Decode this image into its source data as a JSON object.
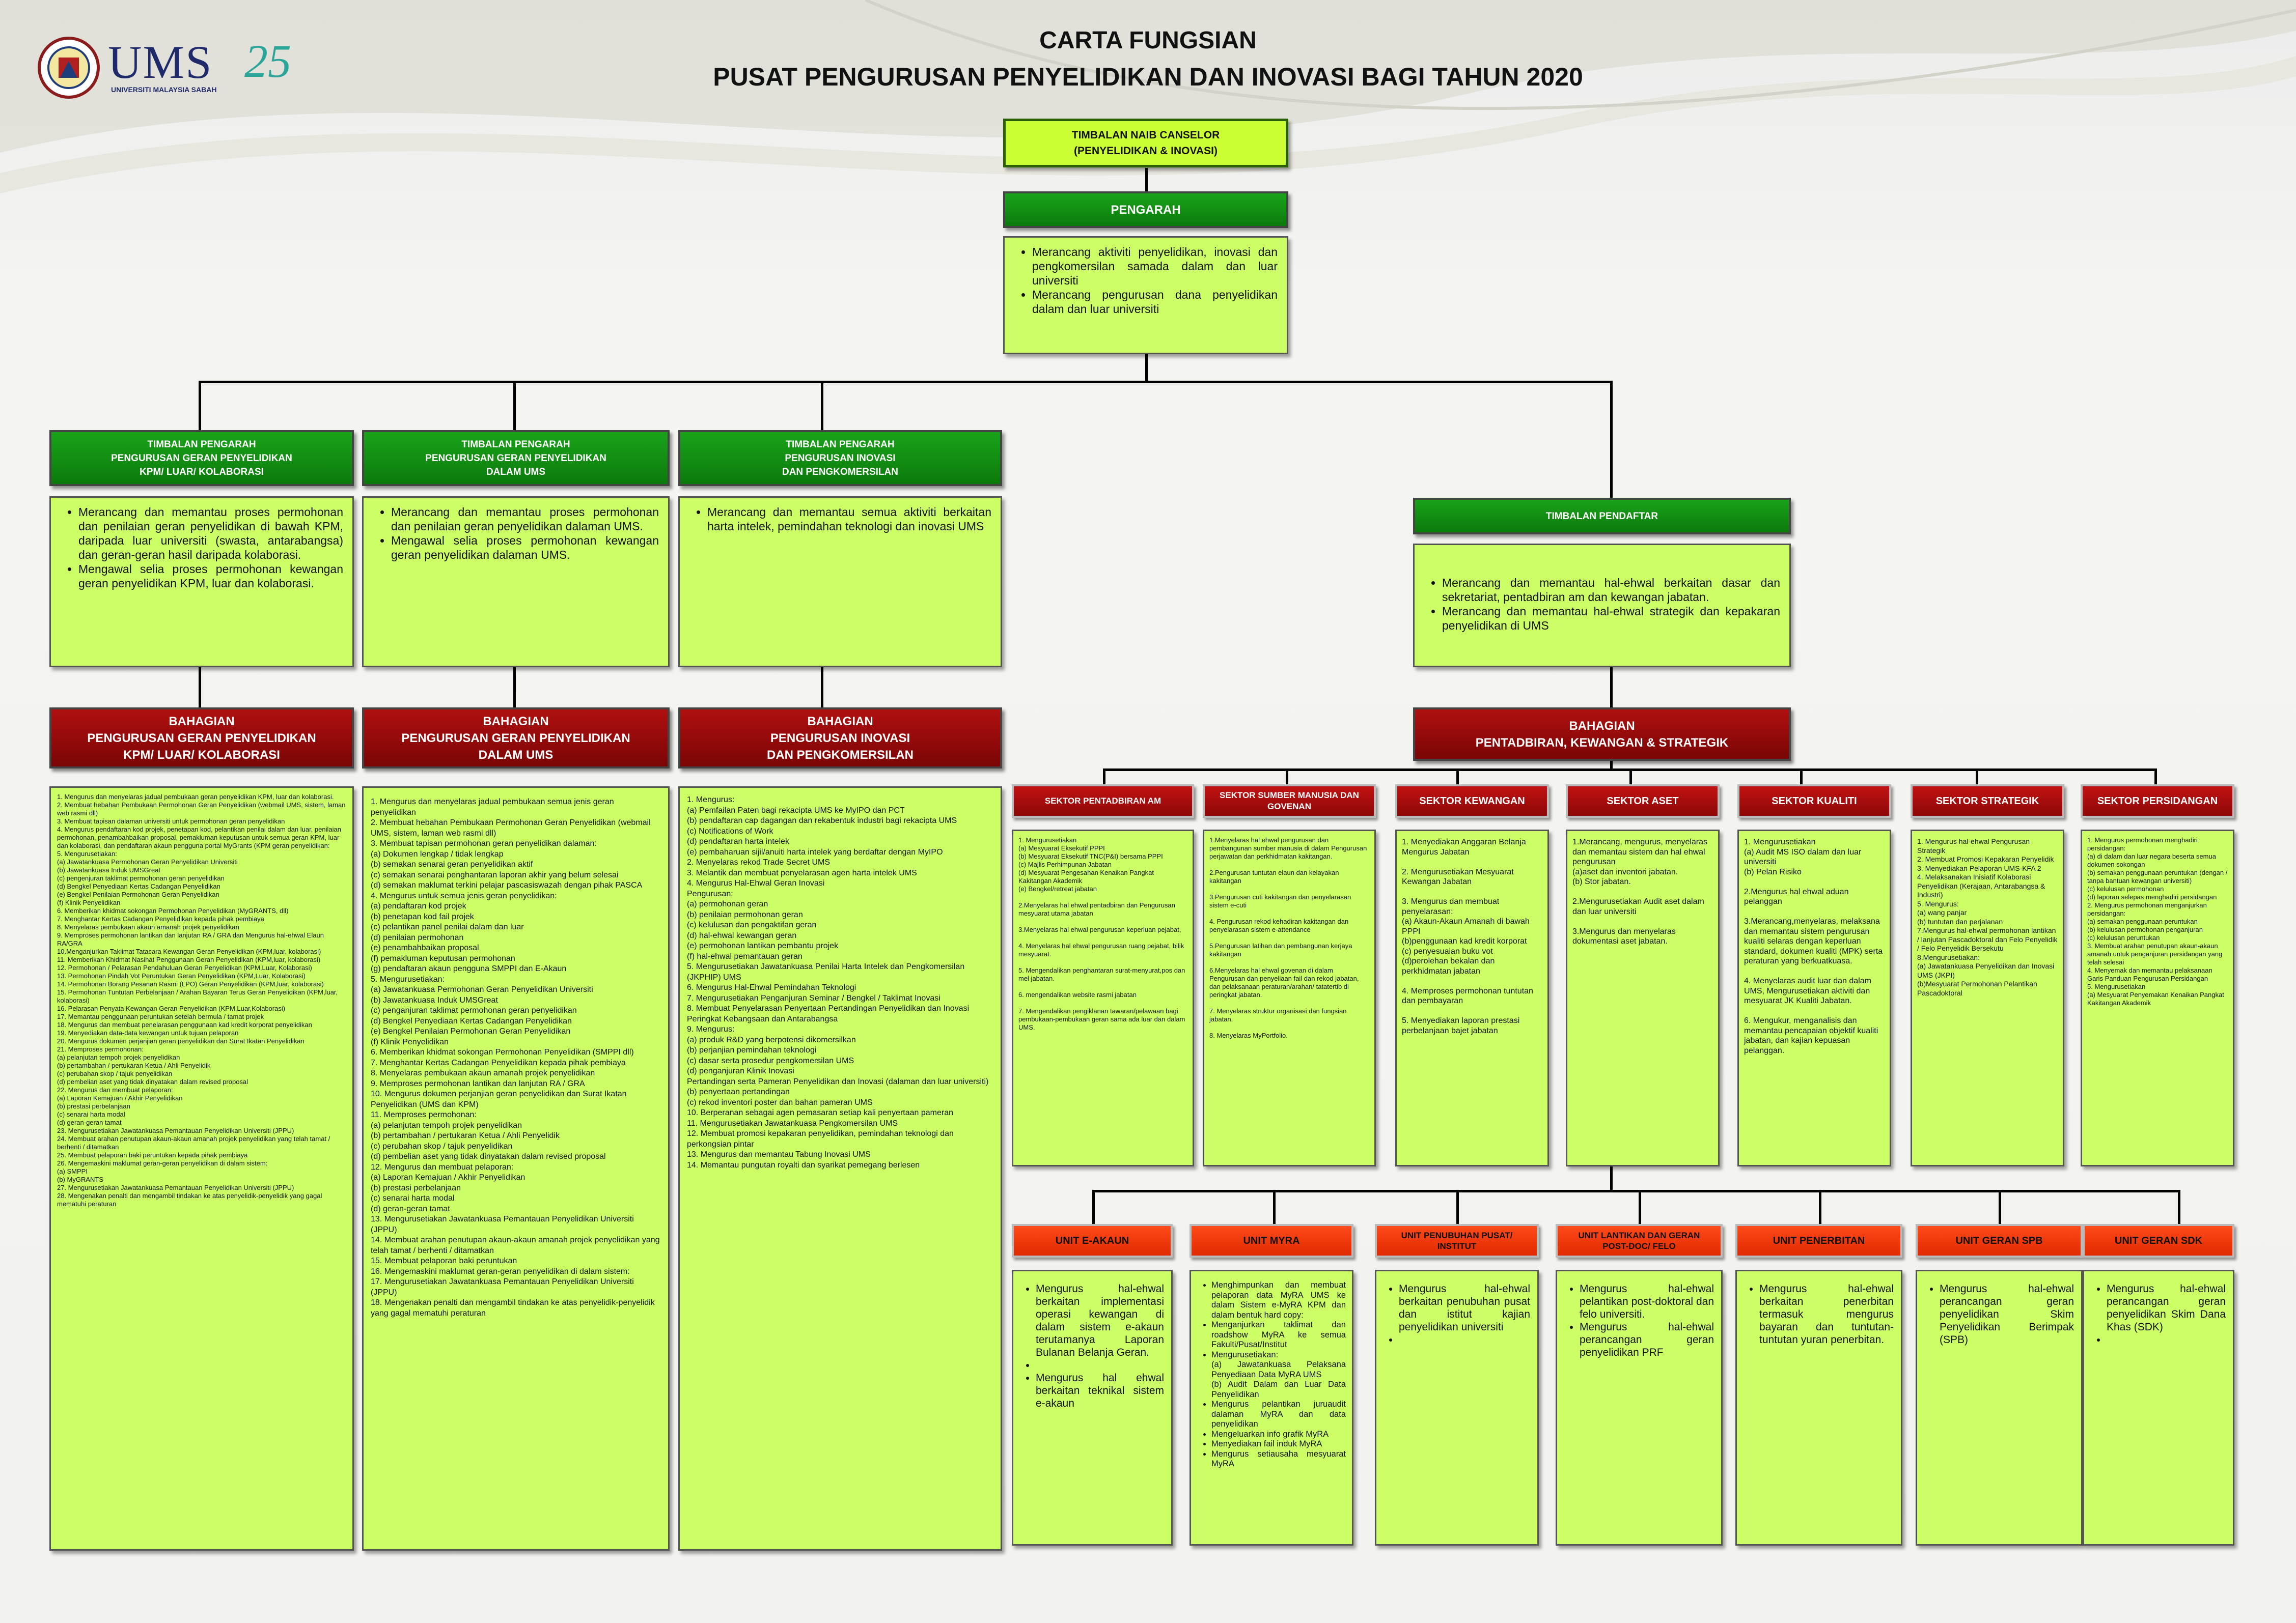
{
  "header": {
    "logo_name": "UMS",
    "logo_sub": "UNIVERSITI MALAYSIA SABAH",
    "anniversary": "25",
    "title1": "CARTA FUNGSIAN",
    "title2": "PUSAT PENGURUSAN PENYELIDIKAN DAN INOVASI BAGI TAHUN 2020"
  },
  "tnc": "TIMBALAN NAIB CANSELOR\n(PENYELIDIKAN & INOVASI)",
  "pengarah": {
    "title": "PENGARAH",
    "items": [
      "Merancang aktiviti penyelidikan, inovasi dan pengkomersilan samada dalam dan luar universiti",
      "Merancang pengurusan dana penyelidikan dalam dan luar universiti"
    ]
  },
  "tp1": {
    "title": "TIMBALAN PENGARAH\nPENGURUSAN GERAN PENYELIDIKAN\nKPM/ LUAR/ KOLABORASI",
    "items": [
      "Merancang dan memantau proses permohonan dan penilaian geran penyelidikan di bawah KPM, daripada luar universiti (swasta, antarabangsa) dan geran-geran hasil daripada kolaborasi.",
      "Mengawal selia proses permohonan kewangan geran penyelidikan KPM, luar dan kolaborasi."
    ]
  },
  "tp2": {
    "title": "TIMBALAN PENGARAH\nPENGURUSAN GERAN PENYELIDIKAN\nDALAM UMS",
    "items": [
      "Merancang dan memantau proses permohonan dan penilaian geran penyelidikan dalaman UMS.",
      "Mengawal selia proses permohonan kewangan geran penyelidikan dalaman UMS."
    ]
  },
  "tp3": {
    "title": "TIMBALAN PENGARAH\nPENGURUSAN INOVASI\nDAN PENGKOMERSILAN",
    "items": [
      "Merancang dan memantau semua aktiviti berkaitan harta intelek, pemindahan teknologi dan inovasi UMS"
    ]
  },
  "tpd": {
    "title": "TIMBALAN PENDAFTAR",
    "items": [
      "Merancang dan memantau hal-ehwal berkaitan dasar dan sekretariat, pentadbiran am dan kewangan jabatan.",
      "Merancang dan memantau hal-ehwal strategik dan kepakaran penyelidikan di UMS"
    ]
  },
  "bah1": {
    "title": "BAHAGIAN\nPENGURUSAN GERAN PENYELIDIKAN\nKPM/ LUAR/ KOLABORASI",
    "text": "1. Mengurus dan menyelaras jadual pembukaan geran penyelidikan KPM, luar dan kolaborasi.\n2. Membuat hebahan Pembukaan Permohonan Geran Penyelidikan (webmail UMS, sistem, laman web rasmi dll)\n3. Membuat tapisan dalaman universiti untuk permohonan geran penyelidikan\n4. Mengurus pendaftaran kod projek, penetapan kod, pelantikan penilai dalam dan luar, penilaian permohonan, penambahbaikan proposal, pemakluman keputusan untuk semua geran KPM, luar dan kolaborasi, dan pendaftaran akaun pengguna portal MyGrants (KPM geran penyelidikan:\n5. Mengurusetiakan:\n   (a) Jawatankuasa Permohonan Geran Penyelidikan Universiti\n   (b) Jawatankuasa Induk UMSGreat\n   (c) pengenjuran taklimat permohonan geran penyelidikan\n   (d) Bengkel Penyediaan Kertas Cadangan Penyelidikan\n   (e) Bengkel Penilaian Permohonan Geran Penyelidikan\n   (f) Klinik Penyelidikan\n6. Memberikan khidmat sokongan Permohonan Penyelidikan (MyGRANTS, dll)\n7. Menghantar Kertas Cadangan Penyelidikan kepada pihak pembiaya\n8. Menyelaras pembukaan akaun amanah projek penyelidikan\n9. Memproses permohonan lantikan dan lanjutan RA / GRA dan Mengurus hal-ehwal Elaun RA/GRA\n10.Menganjurkan Taklimat Tatacara Kewangan Geran Penyelidikan (KPM,luar, kolaborasi)\n11. Memberikan Khidmat Nasihat Penggunaan Geran Penyelidikan (KPM,luar, kolaborasi)\n12. Permohonan / Pelarasan Pendahuluan Geran Penyelidikan (KPM,Luar, Kolaborasi)\n13. Permohonan Pindah Vot Peruntukan Geran Penyelidikan (KPM,Luar, Kolaborasi)\n14. Permohonan Borang Pesanan Rasmi (LPO) Geran Penyelidikan (KPM,luar, kolaborasi)\n15. Permohonan Tuntutan Perbelanjaan / Arahan Bayaran Terus Geran Penyelidikan (KPM,luar, kolaborasi)\n16. Pelarasan Penyata Kewangan Geran Penyelidikan (KPM,Luar,Kolaborasi)\n17. Memantau penggunaan peruntukan setelah bermula / tamat projek\n18. Mengurus dan membuat penelarasan penggunaan kad kredit korporat penyelidikan\n19. Menyediakan data-data kewangan untuk tujuan pelaporan\n20. Mengurus dokumen perjanjian geran penyelidikan dan Surat Ikatan Penyelidikan\n21. Memproses permohonan:\n   (a) pelanjutan tempoh projek penyelidikan\n   (b) pertambahan / pertukaran Ketua / Ahli Penyelidik\n   (c) perubahan skop / tajuk penyelidikan\n   (d) pembelian aset yang tidak dinyatakan dalam revised proposal\n22. Mengurus dan membuat pelaporan:\n   (a) Laporan Kemajuan / Akhir Penyelidikan\n   (b) prestasi perbelanjaan\n   (c) senarai harta modal\n   (d) geran-geran tamat\n23. Mengurusetiakan Jawatankuasa Pemantauan Penyelidikan Universiti (JPPU)\n24. Membuat arahan penutupan akaun-akaun amanah projek penyelidikan yang telah tamat / berhenti / ditamatkan\n25. Membuat pelaporan baki peruntukan kepada pihak pembiaya\n26. Mengemaskini maklumat geran-geran penyelidikan di dalam sistem:\n   (a) SMPPI\n   (b) MyGRANTS\n27. Mengurusetiakan Jawatankuasa Pemantauan Penyelidikan Universiti (JPPU)\n28. Mengenakan penalti dan mengambil tindakan ke atas penyelidik-penyelidik yang gagal mematuhi peraturan"
  },
  "bah2": {
    "title": "BAHAGIAN\nPENGURUSAN GERAN PENYELIDIKAN\nDALAM UMS",
    "text": "1. Mengurus dan menyelaras jadual pembukaan semua jenis geran penyelidikan\n2. Membuat hebahan Pembukaan Permohonan Geran Penyelidikan (webmail UMS, sistem, laman web rasmi dll)\n3. Membuat tapisan permohonan geran penyelidikan dalaman:\n   (a) Dokumen lengkap / tidak lengkap\n   (b) semakan senarai geran penyelidikan aktif\n   (c) semakan senarai penghantaran laporan akhir yang belum selesai\n   (d) semakan maklumat terkini pelajar pascasiswazah dengan pihak PASCA\n4. Mengurus untuk semua jenis geran penyelidikan:\n   (a) pendaftaran kod projek\n   (b) penetapan kod fail projek\n   (c) pelantikan panel penilai dalam dan luar\n   (d) penilaian permohonan\n   (e) penambahbaikan proposal\n   (f) pemakluman keputusan permohonan\n   (g) pendaftaran akaun pengguna SMPPI dan E-Akaun\n5. Mengurusetiakan:\n   (a) Jawatankuasa Permohonan Geran Penyelidikan Universiti\n   (b) Jawatankuasa Induk UMSGreat\n   (c) penganjuran taklimat permohonan geran penyelidikan\n   (d) Bengkel Penyediaan Kertas Cadangan Penyelidikan\n   (e) Bengkel Penilaian Permohonan Geran Penyelidikan\n   (f) Klinik Penyelidikan\n6. Memberikan khidmat sokongan Permohonan Penyelidikan (SMPPI dll)\n7. Menghantar Kertas Cadangan Penyelidikan kepada pihak pembiaya\n8. Menyelaras pembukaan akaun amanah projek penyelidikan\n9. Memproses permohonan lantikan dan lanjutan RA / GRA\n10. Mengurus dokumen perjanjian geran penyelidikan dan Surat Ikatan Penyelidikan (UMS dan KPM)\n11. Memproses permohonan:\n   (a) pelanjutan tempoh projek penyelidikan\n   (b) pertambahan / pertukaran Ketua / Ahli Penyelidik\n   (c) perubahan skop / tajuk penyelidikan\n   (d) pembelian aset yang tidak dinyatakan dalam revised proposal\n12. Mengurus dan membuat pelaporan:\n   (a) Laporan Kemajuan / Akhir Penyelidikan\n   (b) prestasi perbelanjaan\n   (c) senarai harta modal\n   (d) geran-geran tamat\n13. Mengurusetiakan Jawatankuasa Pemantauan Penyelidikan Universiti (JPPU)\n14. Membuat arahan penutupan akaun-akaun amanah projek penyelidikan yang telah tamat / berhenti / ditamatkan\n15. Membuat pelaporan baki peruntukan\n16. Mengemaskini maklumat geran-geran penyelidikan di dalam sistem:\n17. Mengurusetiakan Jawatankuasa Pemantauan Penyelidikan Universiti (JPPU)\n18. Mengenakan penalti dan mengambil tindakan ke atas penyelidik-penyelidik yang gagal mematuhi peraturan"
  },
  "bah3": {
    "title": "BAHAGIAN\nPENGURUSAN INOVASI\nDAN PENGKOMERSILAN",
    "text": "1. Mengurus:\n   (a) Pemfailan Paten bagi rekacipta UMS ke MyIPO dan PCT\n   (b) pendaftaran cap dagangan dan rekabentuk industri bagi rekacipta UMS\n   (c) Notifications of Work\n   (d) pendaftaran harta intelek\n   (e) pembaharuan sijil/anuiti harta intelek yang berdaftar dengan MyIPO\n2. Menyelaras rekod Trade Secret UMS\n3. Melantik dan membuat penyelarasan agen harta intelek UMS\n4. Mengurus Hal-Ehwal Geran Inovasi\nPengurusan:\n   (a) permohonan geran\n   (b) penilaian permohonan geran\n   (c) kelulusan dan pengaktifan geran\n   (d) hal-ehwal kewangan geran\n   (e) permohonan lantikan pembantu projek\n   (f) hal-ehwal pemantauan geran\n5. Mengurusetiakan Jawatankuasa Penilai Harta Intelek dan Pengkomersilan (JKPHIP) UMS\n6. Mengurus Hal-Ehwal Pemindahan Teknologi\n7. Mengurusetiakan Penganjuran Seminar / Bengkel / Taklimat Inovasi\n8. Membuat Penyelarasan Penyertaan Pertandingan Penyelidikan dan Inovasi Peringkat Kebangsaan dan Antarabangsa\n9. Mengurus:\n   (a) produk R&D yang berpotensi dikomersilkan\n   (b) perjanjian pemindahan teknologi\n   (c) dasar serta prosedur pengkomersilan UMS\n   (d) penganjuran Klinik Inovasi\nPertandingan serta Pameran Penyelidikan dan Inovasi (dalaman dan luar universiti)\n   (b) penyertaan pertandingan\n   (c) rekod inventori poster dan bahan pameran UMS\n10. Berperanan sebagai agen pemasaran setiap kali penyertaan pameran\n11. Mengurusetiakan Jawatankuasa Pengkomersilan UMS\n12. Membuat promosi kepakaran penyelidikan, pemindahan teknologi dan perkongsian pintar\n13. Mengurus dan memantau Tabung Inovasi UMS\n14. Memantau pungutan royalti dan syarikat pemegang berlesen"
  },
  "bah4": {
    "title": "BAHAGIAN\nPENTADBIRAN, KEWANGAN & STRATEGIK"
  },
  "sektor": [
    {
      "title": "SEKTOR PENTADBIRAN AM",
      "text": "1. Mengurusetiakan\n   (a) Mesyuarat Eksekutif PPPI\n   (b) Mesyuarat Eksekutif TNC(P&I) bersama PPPI\n   (c) Majlis Perhimpunan Jabatan\n   (d) Mesyuarat Pengesahan Kenaikan Pangkat Kakitangan Akademik\n   (e) Bengkel/retreat jabatan\n\n2.Menyelaras hal ehwal pentadbiran dan Pengurusan mesyuarat utama jabatan\n\n3.Menyelaras hal ehwal pengurusan keperluan pejabat,\n\n4. Menyelaras hal ehwal pengurusan ruang pejabat, bilik mesyuarat.\n\n5. Mengendalikan penghantaran surat-menyurat,pos dan mel jabatan.\n\n6. mengendalikan website rasmi jabatan\n\n7. Mengendalikan pengiklanan tawaran/pelawaan bagi pembukaan-pembukaan geran sama ada luar dan dalam UMS."
    },
    {
      "title": "SEKTOR SUMBER MANUSIA DAN GOVENAN",
      "text": "1.Menyelaras hal ehwal pengurusan dan pembangunan sumber manusia di dalam Pengurusan perjawatan dan perkhidmatan kakitangan.\n\n2.Pengurusan tuntutan elaun dan kelayakan kakitangan\n\n3.Pengurusan cuti kakitangan dan penyelarasan sistem e-cuti\n\n4. Pengurusan rekod kehadiran kakitangan dan penyelarasan sistem e-attendance\n\n5.Pengurusan latihan dan pembangunan kerjaya kakitangan\n\n6.Menyelaras hal ehwal govenan di dalam Pengurusan dan penyeliaan fail dan rekod jabatan, dan pelaksanaan peraturan/arahan/ tatatertib di peringkat jabatan.\n\n7. Menyelaras struktur organisasi dan fungsian jabatan.\n\n8. Menyelaras MyPortfolio."
    },
    {
      "title": "SEKTOR KEWANGAN",
      "text": "1. Menyediakan Anggaran Belanja Mengurus Jabatan\n\n2. Mengurusetiakan Mesyuarat Kewangan Jabatan\n\n3. Mengurus dan membuat penyelarasan:\n   (a) Akaun-Akaun Amanah di bawah PPPI\n   (b)penggunaan kad kredit korporat\n   (c) penyesuaian buku vot\n   (d)perolehan bekalan dan perkhidmatan jabatan\n\n4. Memproses permohonan tuntutan dan pembayaran\n\n5. Menyediakan laporan prestasi perbelanjaan bajet jabatan"
    },
    {
      "title": "SEKTOR ASET",
      "text": "1.Merancang, mengurus, menyelaras dan memantau sistem dan hal ehwal pengurusan\n   (a)aset dan inventori jabatan.\n   (b) Stor jabatan.\n\n2.Mengurusetiakan Audit aset dalam dan luar universiti\n\n3.Mengurus dan menyelaras dokumentasi aset jabatan."
    },
    {
      "title": "SEKTOR KUALITI",
      "text": "1. Mengurusetiakan\n   (a) Audit MS ISO dalam dan luar universiti\n   (b) Pelan Risiko\n\n2.Mengurus hal ehwal aduan pelanggan\n\n3.Merancang,menyelaras, melaksana dan memantau sistem pengurusan kualiti selaras dengan keperluan standard, dokumen kualiti (MPK) serta peraturan yang berkuatkuasa.\n\n4. Menyelaras audit luar dan dalam UMS, Mengurusetiakan aktiviti dan mesyuarat JK Kualiti Jabatan.\n\n6. Mengukur, menganalisis dan memantau pencapaian objektif kualiti jabatan, dan kajian kepuasan pelanggan."
    },
    {
      "title": "SEKTOR STRATEGIK",
      "text": "1. Mengurus hal-ehwal Pengurusan Strategik\n2. Membuat Promosi Kepakaran Penyelidik\n3. Menyediakan Pelaporan UMS-KFA 2\n4. Melaksanakan Inisiatif Kolaborasi Penyelidikan (Kerajaan, Antarabangsa & Industri)\n5. Mengurus:\n   (a) wang panjar\n   (b) tuntutan dan perjalanan\n7.Mengurus hal-ehwal permohonan lantikan / lanjutan Pascadoktoral dan Felo Penyelidik / Felo Penyelidik Bersekutu\n8.Mengurusetiakan:\n   (a) Jawatankuasa Penyelidikan dan Inovasi UMS (JKPI)\n   (b)Mesyuarat Permohonan Pelantikan Pascadoktoral"
    },
    {
      "title": "SEKTOR PERSIDANGAN",
      "text": "1. Mengurus permohonan menghadiri persidangan:\n   (a) di dalam dan luar negara beserta semua dokumen sokongan\n   (b) semakan penggunaan peruntukan (dengan / tanpa bantuan kewangan universiti)\n   (c) kelulusan permohonan\n   (d) laporan selepas menghadiri persidangan\n2. Mengurus permohonan menganjurkan persidangan:\n   (a) semakan penggunaan peruntukan\n   (b) kelulusan permohonan penganjuran\n   (c) kelulusan peruntukan\n3. Membuat arahan penutupan akaun-akaun amanah untuk penganjuran persidangan yang telah selesai\n4. Menyemak dan memantau pelaksanaan Garis Panduan Pengurusan Persidangan\n5. Mengurusetiakan\n   (a) Mesyuarat Penyemakan Kenaikan Pangkat Kakitangan Akademik"
    }
  ],
  "unit": [
    {
      "title": "UNIT E-AKAUN",
      "items": [
        "Mengurus hal-ehwal berkaitan implementasi operasi kewangan di dalam sistem e-akaun terutamanya Laporan Bulanan Belanja Geran.",
        "",
        "Mengurus hal ehwal berkaitan teknikal sistem e-akaun"
      ]
    },
    {
      "title": "UNIT MYRA",
      "items": [
        "Menghimpunkan dan membuat pelaporan data MyRA UMS ke dalam Sistem e-MyRA KPM dan dalam bentuk hard copy:",
        "Menganjurkan taklimat dan roadshow MyRA ke semua Fakulti/Pusat/Institut",
        "Mengurusetiakan:\n(a) Jawatankuasa Pelaksana Penyediaan Data MyRA UMS\n(b) Audit Dalam dan Luar Data Penyelidikan",
        "Mengurus pelantikan juruaudit dalaman MyRA dan data penyelidikan",
        "Mengeluarkan info grafik MyRA",
        "Menyediakan fail induk MyRA",
        "Mengurus setiausaha mesyuarat MyRA"
      ]
    },
    {
      "title": "UNIT PENUBUHAN PUSAT/\nINSTITUT",
      "items": [
        "Mengurus hal-ehwal berkaitan penubuhan pusat dan istitut kajian penyelidikan universiti",
        ""
      ]
    },
    {
      "title": "UNIT LANTIKAN DAN GERAN\nPOST-DOC/ FELO",
      "items": [
        "Mengurus hal-ehwal pelantikan post-doktoral dan felo universiti.",
        "Mengurus hal-ehwal perancangan geran penyelidikan PRF"
      ]
    },
    {
      "title": "UNIT PENERBITAN",
      "items": [
        "Mengurus hal-ehwal berkaitan penerbitan termasuk mengurus bayaran dan tuntutan-tuntutan yuran penerbitan."
      ]
    },
    {
      "title": "UNIT GERAN SPB",
      "items": [
        "Mengurus hal-ehwal perancangan geran penyelidikan Skim Penyelidikan Berimpak (SPB)"
      ]
    },
    {
      "title": "UNIT GERAN SDK",
      "items": [
        "Mengurus hal-ehwal perancangan geran penyelidikan Skim Dana Khas (SDK)",
        ""
      ]
    }
  ]
}
